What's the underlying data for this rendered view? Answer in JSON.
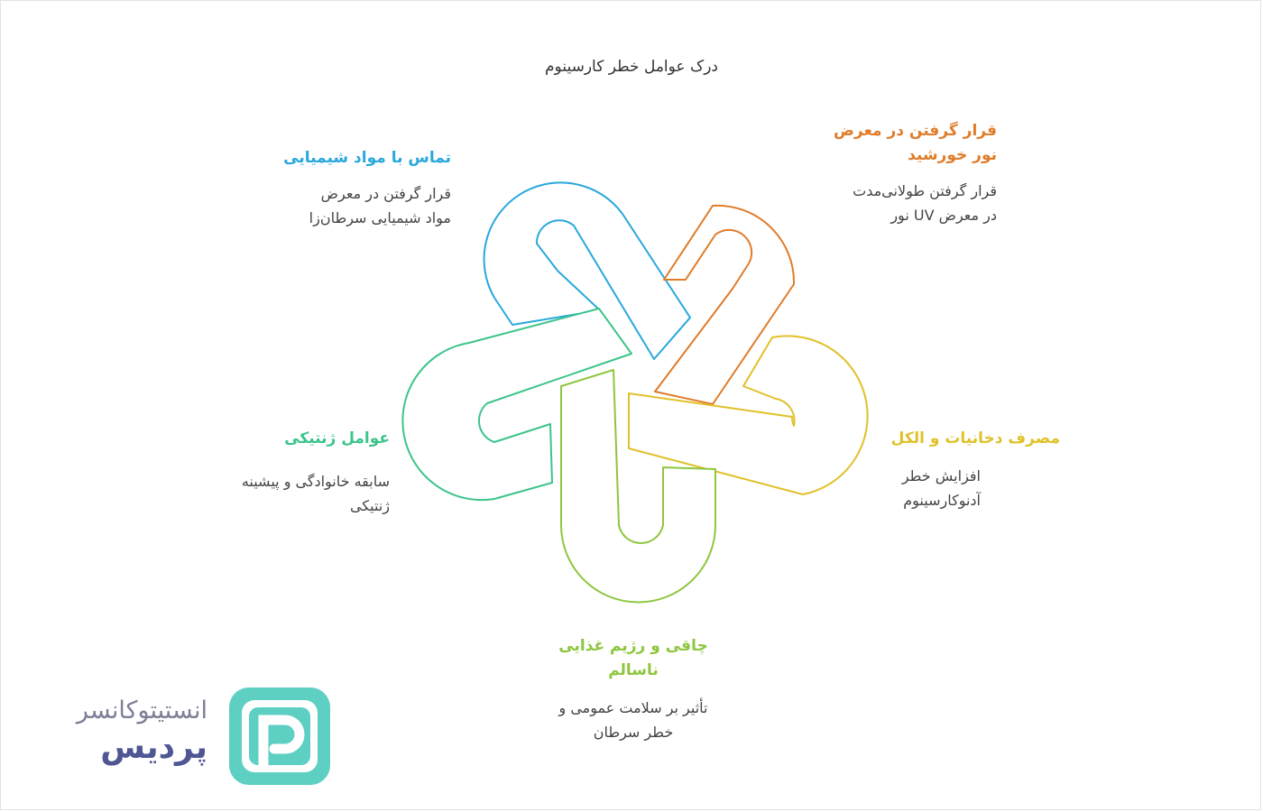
{
  "title": "درک عوامل خطر کارسینوم",
  "factors": {
    "chemicals": {
      "heading": "تماس با مواد شیمیایی",
      "desc_line1": "قرار گرفتن در معرض",
      "desc_line2": "مواد شیمیایی سرطان‌زا",
      "color": "#29a8dc"
    },
    "sun": {
      "heading_line1": "قرار گرفتن در معرض",
      "heading_line2": "نور خورشید",
      "desc_line1": "قرار گرفتن طولانی‌مدت",
      "desc_line2": "در معرض UV نور",
      "color": "#e07c2a"
    },
    "smoking": {
      "heading": "مصرف دخانیات و الکل",
      "desc_line1": "افزایش خطر",
      "desc_line2": "آدنوکارسینوم",
      "color": "#e0c12a"
    },
    "genetics": {
      "heading": "عوامل ژنتیکی",
      "desc_line1": "سابقه خانوادگی و پیشینه",
      "desc_line2": "ژنتیکی",
      "color": "#3cc48a"
    },
    "diet": {
      "heading_line1": "چاقی و رژیم غذایی",
      "heading_line2": "ناسالم",
      "desc_line1": "تأثیر بر سلامت عمومی و",
      "desc_line2": "خطر سرطان",
      "color": "#8ec63f"
    }
  },
  "logo": {
    "line1": "انستیتوکانسر",
    "line2": "پردیس",
    "mark_color": "#5dcfc3"
  }
}
